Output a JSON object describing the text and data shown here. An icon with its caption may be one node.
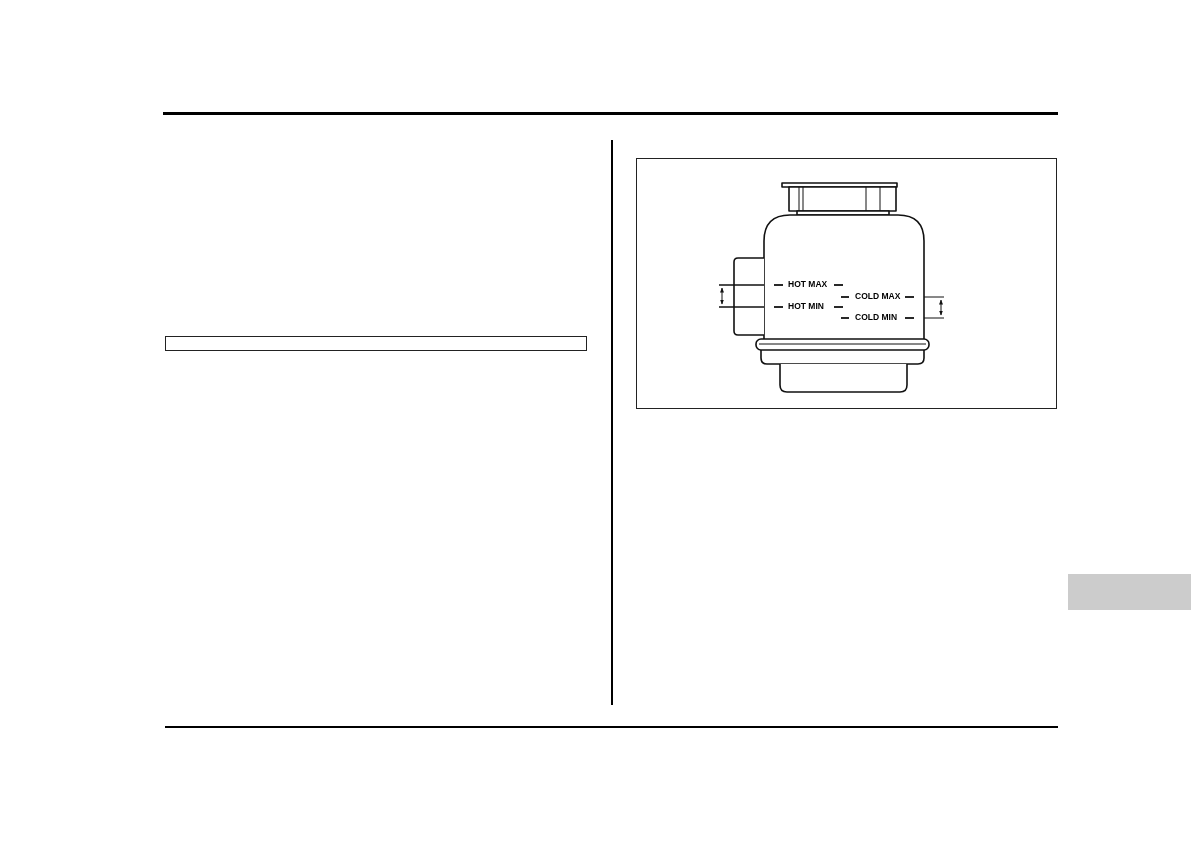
{
  "diagram": {
    "labels": [
      "HOT MAX",
      "COLD MAX",
      "HOT MIN",
      "COLD MIN"
    ]
  }
}
